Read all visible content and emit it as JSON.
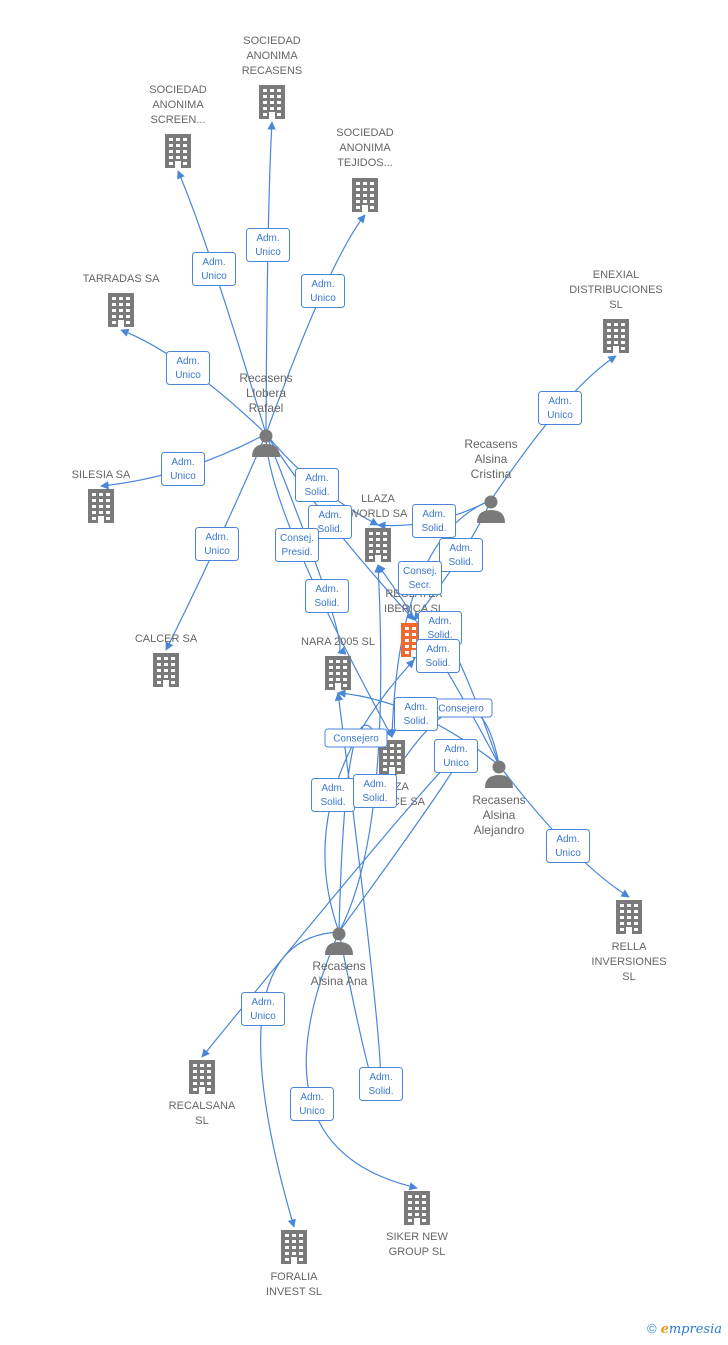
{
  "colors": {
    "edge": "#4a86d8",
    "node": "#7a7a7a",
    "focus": "#f2692f",
    "role_text": "#3b78d0"
  },
  "companies": [
    {
      "id": "sar",
      "label": [
        "SOCIEDAD",
        "ANONIMA",
        "RECASENS"
      ]
    },
    {
      "id": "sas",
      "label": [
        "SOCIEDAD",
        "ANONIMA",
        "SCREEN..."
      ]
    },
    {
      "id": "sat",
      "label": [
        "SOCIEDAD",
        "ANONIMA",
        "TEJIDOS..."
      ]
    },
    {
      "id": "tar",
      "label": [
        "TARRADAS SA"
      ]
    },
    {
      "id": "ene",
      "label": [
        "ENEXIAL",
        "DISTRIBUCIONES",
        "SL"
      ]
    },
    {
      "id": "sil",
      "label": [
        "SILESIA SA"
      ]
    },
    {
      "id": "llw",
      "label": [
        "LLAZA",
        "WORLD SA"
      ]
    },
    {
      "id": "rli",
      "label": [
        "RECLATEX",
        "IBERICA  SL"
      ],
      "focus": true
    },
    {
      "id": "cal",
      "label": [
        "CALCER SA"
      ]
    },
    {
      "id": "nar",
      "label": [
        "NARA 2005  SL"
      ]
    },
    {
      "id": "llf",
      "label": [
        "LLAZA",
        "FINANCE SA"
      ]
    },
    {
      "id": "rel",
      "label": [
        "RELLA",
        "INVERSIONES",
        "SL"
      ]
    },
    {
      "id": "rcs",
      "label": [
        "RECALSANA",
        "SL"
      ]
    },
    {
      "id": "sik",
      "label": [
        "SIKER NEW",
        "GROUP SL"
      ]
    },
    {
      "id": "for",
      "label": [
        "FORALIA",
        "INVEST  SL"
      ]
    }
  ],
  "persons": [
    {
      "id": "p_rafael",
      "label": [
        "Recasens",
        "Llobera",
        "Rafael"
      ]
    },
    {
      "id": "p_cristina",
      "label": [
        "Recasens",
        "Alsina",
        "Cristina"
      ]
    },
    {
      "id": "p_alejandro",
      "label": [
        "Recasens",
        "Alsina",
        "Alejandro"
      ]
    },
    {
      "id": "p_ana",
      "label": [
        "Recasens",
        "Alsina Ana"
      ]
    }
  ],
  "relations": [
    {
      "from": "p_rafael",
      "to": "sar",
      "role": [
        "Adm.",
        "Unico"
      ]
    },
    {
      "from": "p_rafael",
      "to": "sas",
      "role": [
        "Adm.",
        "Unico"
      ]
    },
    {
      "from": "p_rafael",
      "to": "sat",
      "role": [
        "Adm.",
        "Unico"
      ]
    },
    {
      "from": "p_rafael",
      "to": "tar",
      "role": [
        "Adm.",
        "Unico"
      ]
    },
    {
      "from": "p_rafael",
      "to": "sil",
      "role": [
        "Adm.",
        "Unico"
      ]
    },
    {
      "from": "p_rafael",
      "to": "cal",
      "role": [
        "Adm.",
        "Unico"
      ]
    },
    {
      "from": "p_rafael",
      "to": "llw",
      "role": [
        "Adm.",
        "Solid."
      ]
    },
    {
      "from": "p_rafael",
      "to": "rli",
      "role": [
        "Adm.",
        "Solid."
      ]
    },
    {
      "from": "p_rafael",
      "to": "llf",
      "role": [
        "Consej.",
        "Presid."
      ]
    },
    {
      "from": "p_rafael",
      "to": "nar",
      "role": [
        "Adm.",
        "Solid."
      ]
    },
    {
      "from": "p_cristina",
      "to": "ene",
      "role": [
        "Adm.",
        "Unico"
      ]
    },
    {
      "from": "p_cristina",
      "to": "llw",
      "role": [
        "Adm.",
        "Solid."
      ]
    },
    {
      "from": "p_cristina",
      "to": "rli",
      "role": [
        "Adm.",
        "Solid."
      ]
    },
    {
      "from": "p_cristina",
      "to": "llf",
      "role": [
        "Consej.",
        "Secr."
      ]
    },
    {
      "from": "p_alejandro",
      "to": "rel",
      "role": [
        "Adm.",
        "Unico"
      ]
    },
    {
      "from": "p_alejandro",
      "to": "rli",
      "role": [
        "Adm.",
        "Solid."
      ]
    },
    {
      "from": "p_alejandro",
      "to": "llw",
      "role": [
        "Adm.",
        "Solid."
      ]
    },
    {
      "from": "p_alejandro",
      "to": "llf",
      "role": [
        "Consejero"
      ]
    },
    {
      "from": "p_alejandro",
      "to": "nar",
      "role": [
        "Adm.",
        "Solid."
      ]
    },
    {
      "from": "p_ana",
      "to": "rcs",
      "role": [
        "Adm.",
        "Unico"
      ]
    },
    {
      "from": "p_ana",
      "to": "for",
      "role": [
        "Adm.",
        "Unico"
      ]
    },
    {
      "from": "p_ana",
      "to": "sik",
      "role": [
        "Adm.",
        "Unico"
      ]
    },
    {
      "from": "p_ana",
      "to": "nar",
      "role": [
        "Adm.",
        "Solid."
      ]
    },
    {
      "from": "p_ana",
      "to": "llf",
      "role": [
        "Consejero"
      ]
    },
    {
      "from": "p_ana",
      "to": "rli",
      "role": [
        "Adm.",
        "Solid."
      ]
    },
    {
      "from": "p_ana",
      "to": "llw",
      "role": [
        "Adm.",
        "Solid."
      ]
    }
  ],
  "footer": {
    "copyright_symbol": "©",
    "brand_initial": "e",
    "brand_rest": "mpresia"
  }
}
